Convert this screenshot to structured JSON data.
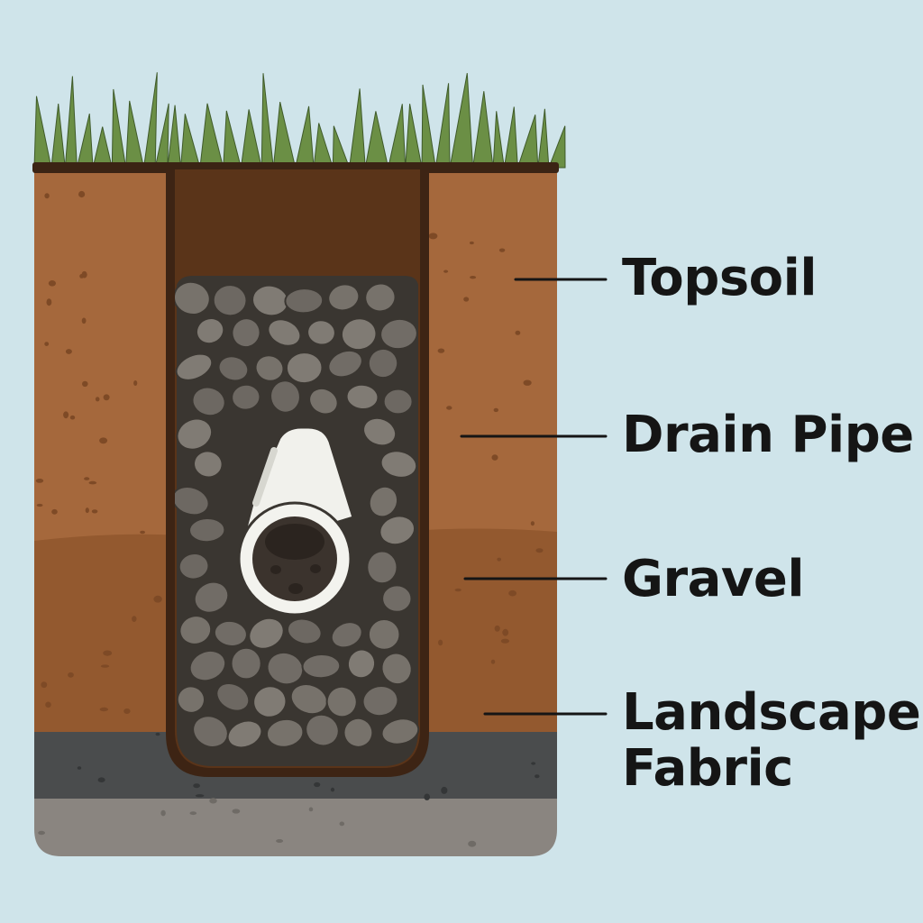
{
  "labels": {
    "topsoil": "Topsoil",
    "drain_pipe": "Drain Pipe",
    "gravel": "Gravel",
    "fabric_line1": "Landscape",
    "fabric_line2": "Fabric"
  },
  "colors": {
    "background": "#cfe4ea",
    "grass": "#6b8f45",
    "topsoil": "#a5683c",
    "lower_soil": "#93592f",
    "trench_soil": "#5a3419",
    "gravel_fill": "#3a3631",
    "stone": "#77726b",
    "fabric_band": "#4a4c4d",
    "subsoil": "#8a8580",
    "pipe": "#f1f1ec",
    "leader_line": "#151515"
  }
}
